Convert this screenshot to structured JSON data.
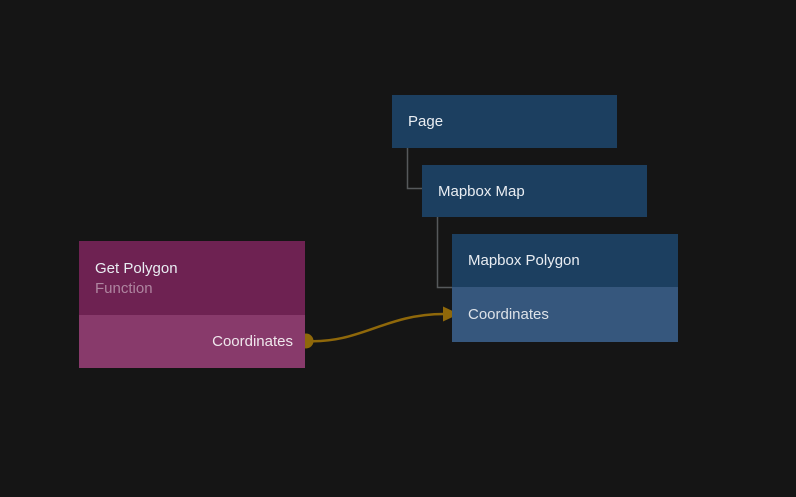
{
  "canvas": {
    "background_color": "#151515"
  },
  "colors": {
    "visual_node_header": "#1c3f60",
    "visual_node_input_row": "#36577d",
    "function_node_header": "#6e2252",
    "function_node_output_row": "#883a6b",
    "tree_connector": "#56595b",
    "connection_wire": "#8f680a",
    "node_title_text": "#e9edf2",
    "node_subtitle_text": "#af85a0"
  },
  "nodes": {
    "page": {
      "title": "Page"
    },
    "mapbox_map": {
      "title": "Mapbox Map"
    },
    "mapbox_polygon": {
      "title": "Mapbox Polygon",
      "inputs": [
        {
          "label": "Coordinates"
        }
      ]
    },
    "get_polygon": {
      "title": "Get Polygon",
      "subtitle": "Function",
      "outputs": [
        {
          "label": "Coordinates"
        }
      ]
    }
  },
  "tree": {
    "hierarchy": [
      {
        "parent": "Page",
        "child": "Mapbox Map"
      },
      {
        "parent": "Mapbox Map",
        "child": "Mapbox Polygon"
      }
    ]
  },
  "connections": [
    {
      "from_node": "Get Polygon",
      "from_port": "Coordinates",
      "to_node": "Mapbox Polygon",
      "to_port": "Coordinates",
      "color": "#8f680a"
    }
  ]
}
